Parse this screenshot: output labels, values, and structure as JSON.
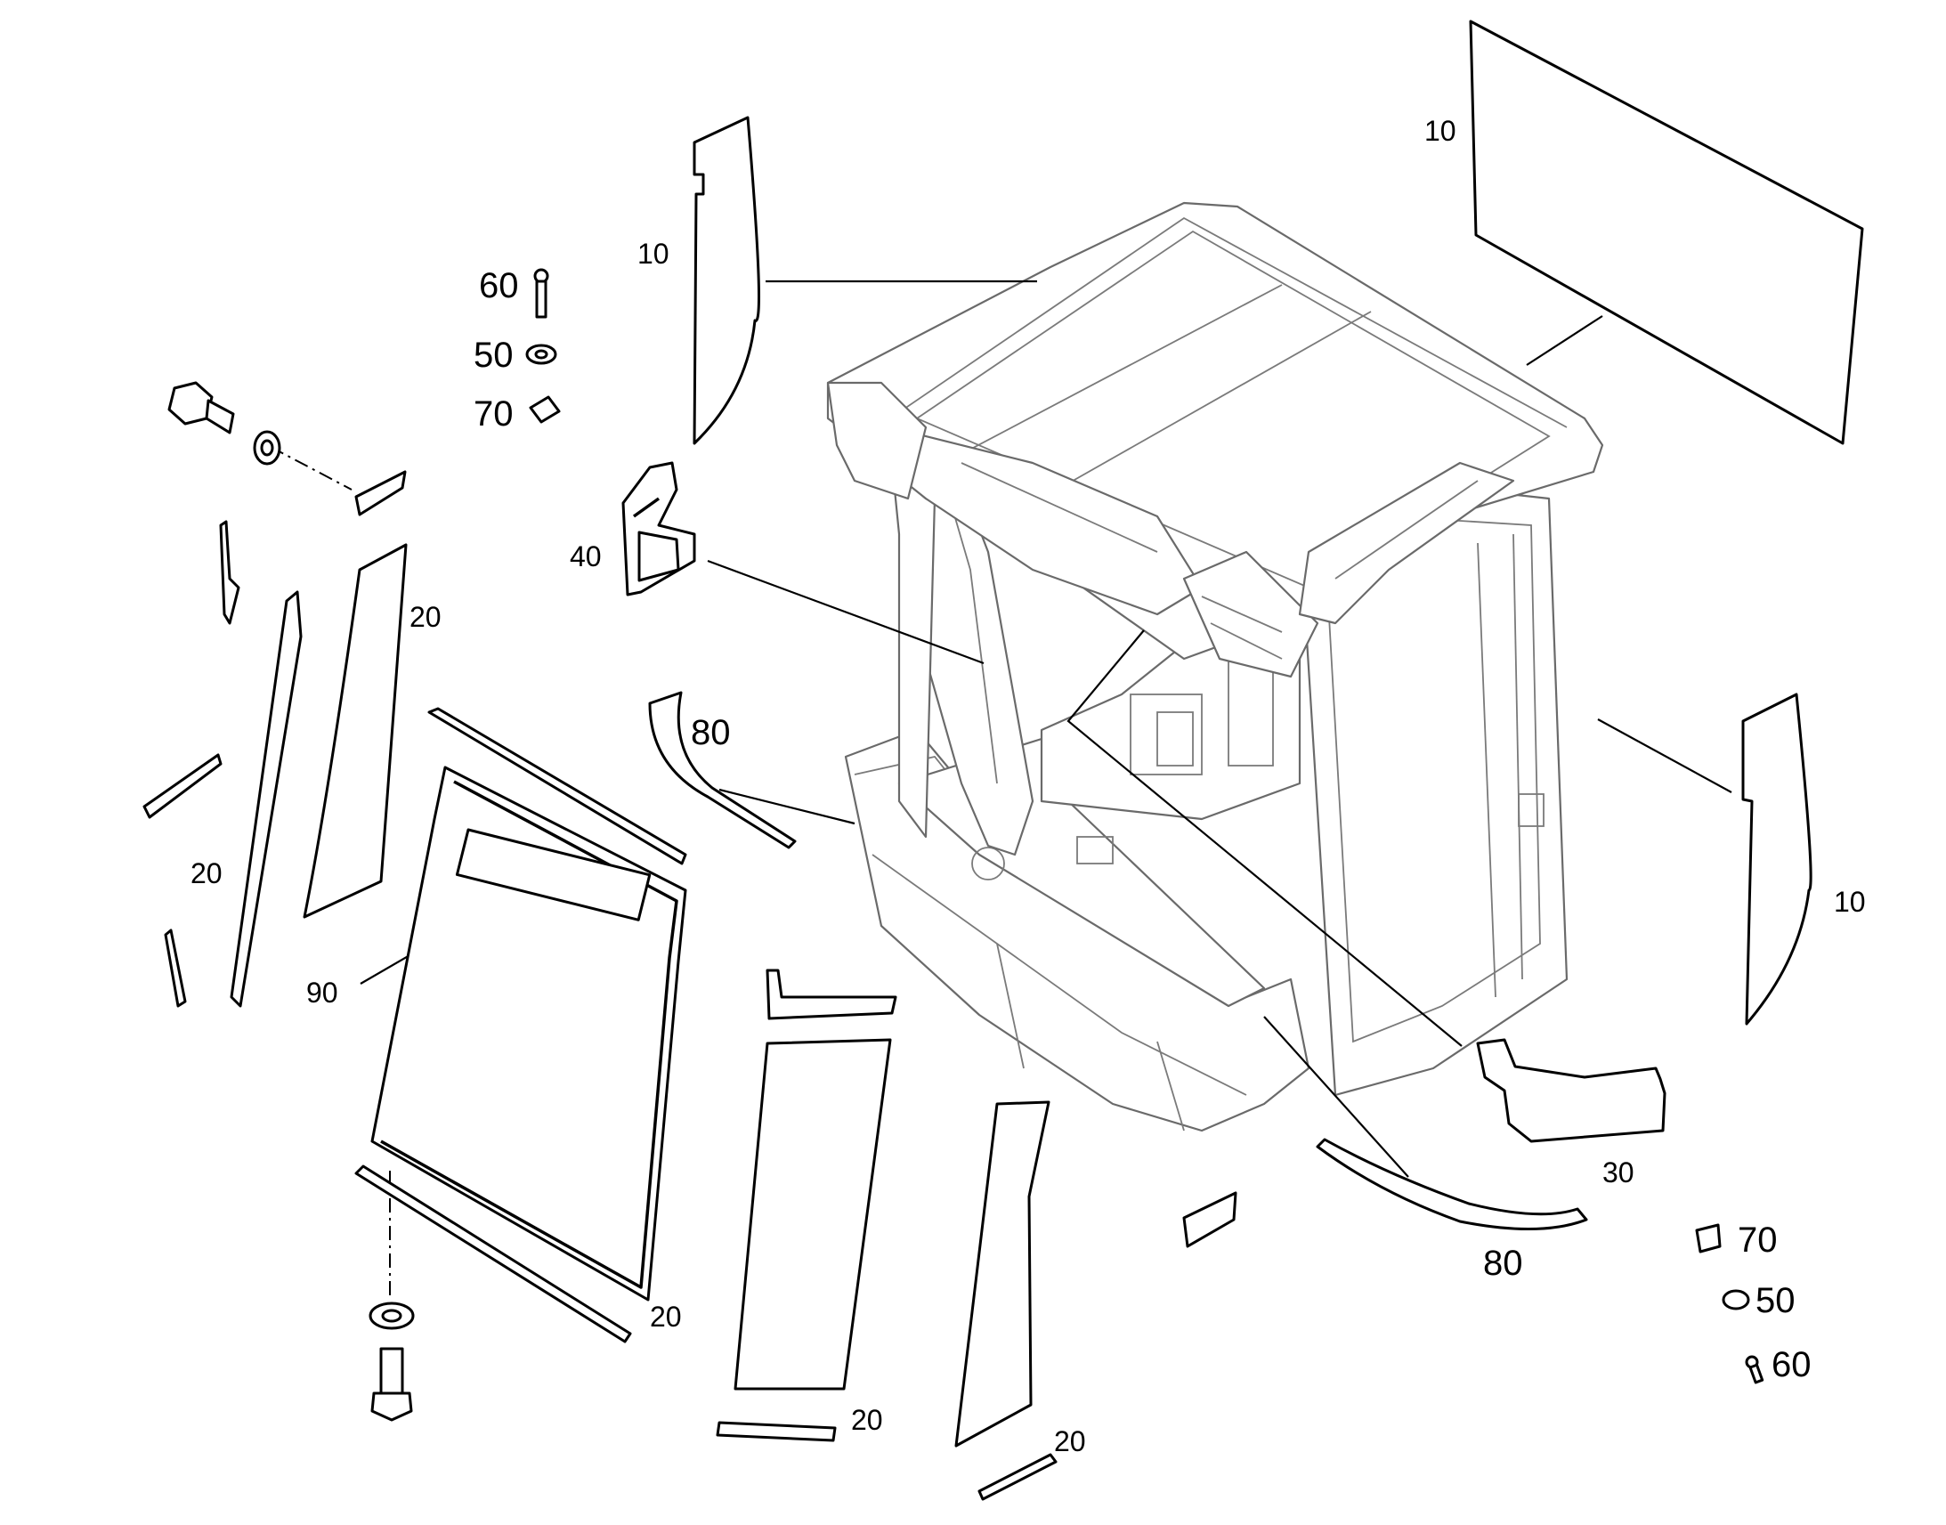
{
  "diagram": {
    "callouts": {
      "glass_rear_10": "10",
      "glass_left_10": "10",
      "glass_right_10": "10",
      "hw_left_60": "60",
      "hw_left_50": "50",
      "hw_left_70": "70",
      "bracket_40": "40",
      "seal_80_top": "80",
      "seal_80_bottom": "80",
      "strip_20_a": "20",
      "strip_20_b": "20",
      "strip_20_c": "20",
      "strip_20_d": "20",
      "strip_20_e": "20",
      "door_glass_90": "90",
      "bracket_30": "30",
      "hw_right_70": "70",
      "hw_right_50": "50",
      "hw_right_60": "60"
    }
  }
}
